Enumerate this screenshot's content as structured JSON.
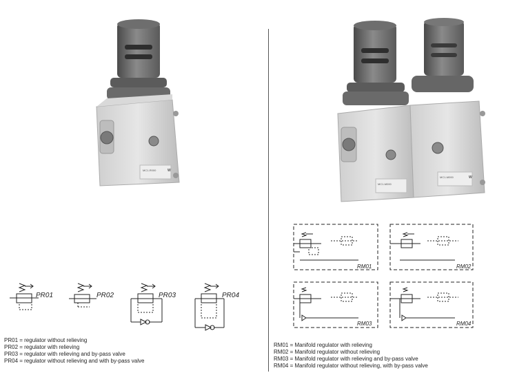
{
  "left": {
    "symbols": [
      {
        "label": "PR01"
      },
      {
        "label": "PR02"
      },
      {
        "label": "PR03"
      },
      {
        "label": "PR04"
      }
    ],
    "legend": [
      "PR01 = regulator without relieving",
      "PR02 = regulator with relieving",
      "PR03 = regulator with relieving and by-pass valve",
      "PR04 = regulator without relieving and with by-pass valve"
    ]
  },
  "right": {
    "symbols": [
      {
        "label": "RM01"
      },
      {
        "label": "RM02"
      },
      {
        "label": "RM03"
      },
      {
        "label": "RM04"
      }
    ],
    "legend": [
      "RM01 = Manifold regulator with relieving",
      "RM02 = Manifold regulator without relieving",
      "RM03 = Manifold regulator with relieving and by-pass valve",
      "RM04 = Manifold regulator without relieving, with by-pass valve"
    ]
  },
  "product_labels": {
    "single": "MC1-R000",
    "manifold_a": "MC1-M000",
    "manifold_b": "MC1-M000"
  },
  "brand_mark": "W"
}
